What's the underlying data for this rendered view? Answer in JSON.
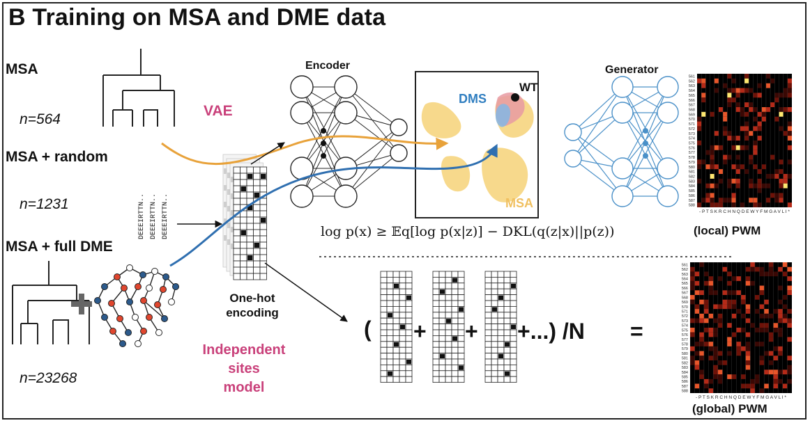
{
  "title": "B  Training on MSA and DME data",
  "datasets": {
    "msa": {
      "label": "MSA",
      "count": "n=564"
    },
    "msa_random": {
      "label": "MSA + random",
      "count": "n=1231"
    },
    "msa_full": {
      "label": "MSA + full DME",
      "count": "n=23268"
    }
  },
  "sequences": [
    "DEEEIRTTN..",
    "DEEEIRTTN..",
    "DEEEIRTTN.."
  ],
  "vae_label": "VAE",
  "encoder_label": "Encoder",
  "generator_label": "Generator",
  "latent": {
    "dms": "DMS",
    "wt": "WT",
    "msa": "MSA"
  },
  "onehot_label": "One-hot encoding",
  "independent_label": [
    "Independent",
    "sites",
    "model"
  ],
  "equation": "log p(x) ≥ 𝔼q[log p(x|z)] − DKL(q(z|x)||p(z))",
  "sum_formula": {
    "open": "(",
    "plus": "+",
    "ellipsis": "+...) /N",
    "equals": "="
  },
  "local_pwm_label": "(local) PWM",
  "global_pwm_label": "(global) PWM",
  "pwm_rows": [
    "561",
    "562",
    "563",
    "564",
    "565",
    "566",
    "567",
    "568",
    "569",
    "570",
    "571",
    "572",
    "573",
    "574",
    "575",
    "576",
    "577",
    "578",
    "579",
    "580",
    "581",
    "582",
    "583",
    "584",
    "585",
    "586",
    "587",
    "588"
  ],
  "pwm_cols": "- P T S K R C H N Q D E W Y F M G A V L I *",
  "colors": {
    "vae": "#c9407a",
    "orange_arrow": "#e8a23a",
    "blue_arrow": "#2f6fb0",
    "generator": "#4a90c8",
    "dms_text": "#2f7ec0",
    "msa_blob": "#f7d98c",
    "msa_text": "#f0c060",
    "red_node": "#e0462e",
    "blue_node": "#2c5a8c"
  }
}
